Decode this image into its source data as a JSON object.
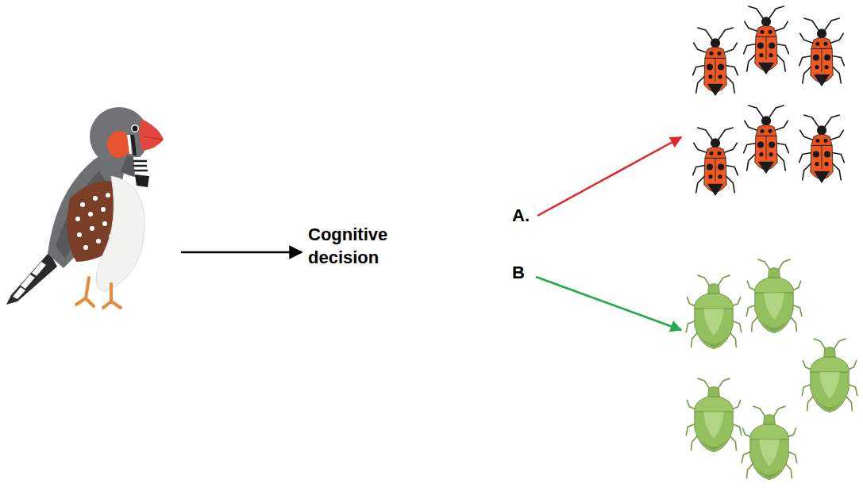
{
  "diagram": {
    "labels": [
      "Cognitive decision",
      "A.",
      "B"
    ]
  }
}
